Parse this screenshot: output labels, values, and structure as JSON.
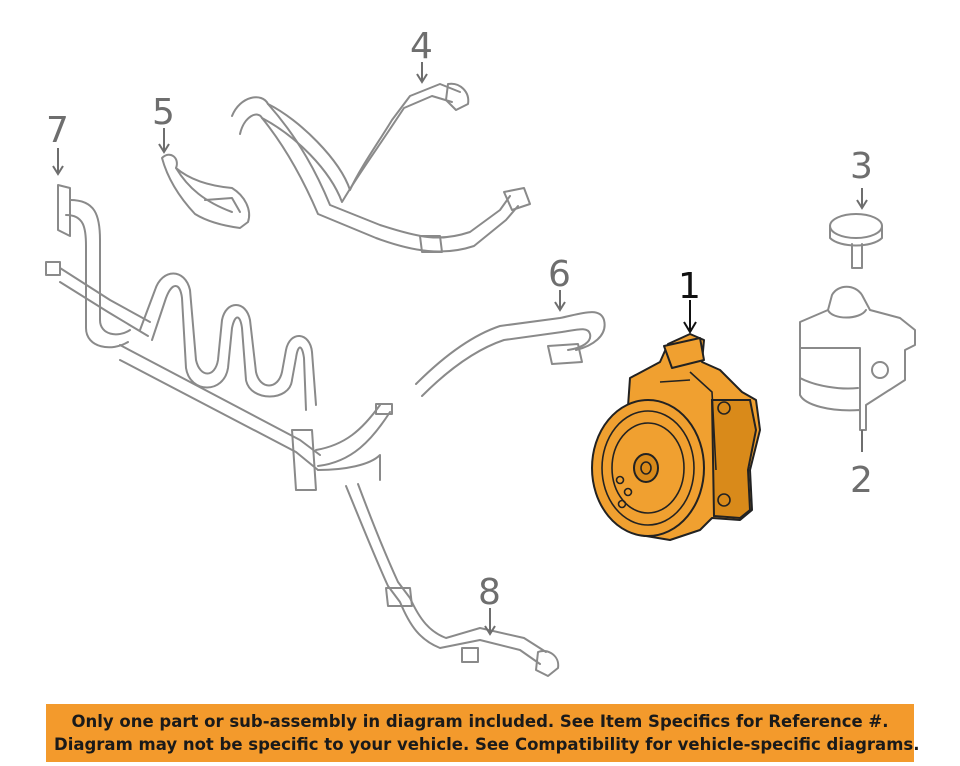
{
  "callouts": {
    "c1": "1",
    "c2": "2",
    "c3": "3",
    "c4": "4",
    "c5": "5",
    "c6": "6",
    "c7": "7",
    "c8": "8"
  },
  "highlight_color": "#f0a030",
  "banner": {
    "line1": "Only one part or sub-assembly in diagram included. See Item Specifics for Reference #.",
    "line2": "Diagram may not be specific to your vehicle. See Compatibility for vehicle-specific diagrams.",
    "background": "#f39a2c"
  }
}
